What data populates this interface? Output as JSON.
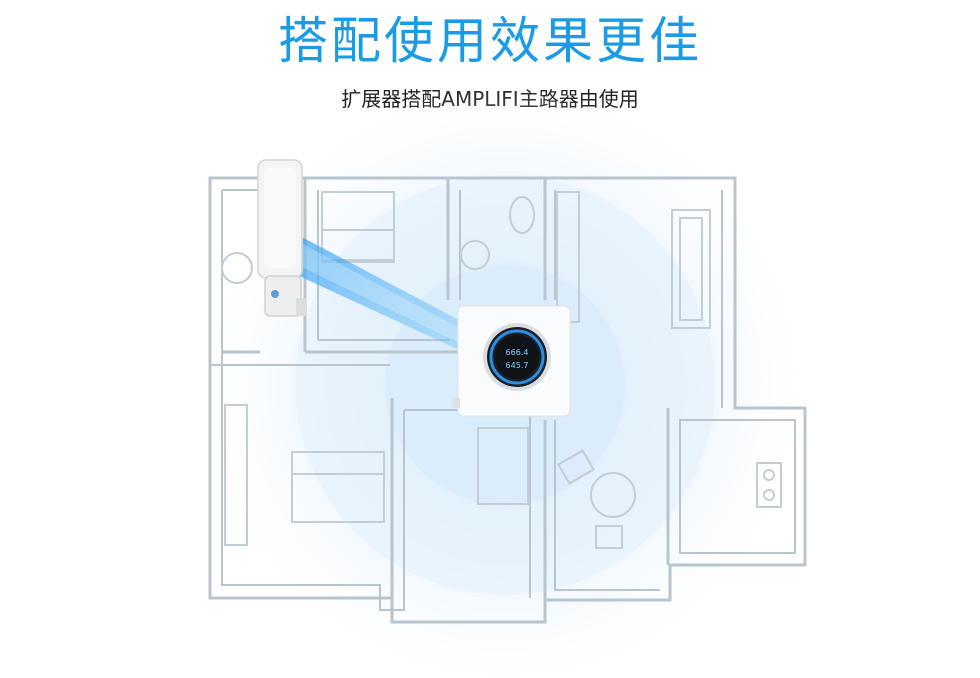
{
  "header": {
    "title": "搭配使用效果更佳",
    "subtitle": "扩展器搭配AMPLIFI主路器由使用"
  },
  "router": {
    "screen_line_1": "666.4",
    "screen_line_2": "645.7"
  },
  "colors": {
    "title": "#1a9be6",
    "signal": "#cfe8fb",
    "beam": "#3aaaf0",
    "walls": "#b8c4cc",
    "router_ring": "#2d8fe6"
  }
}
